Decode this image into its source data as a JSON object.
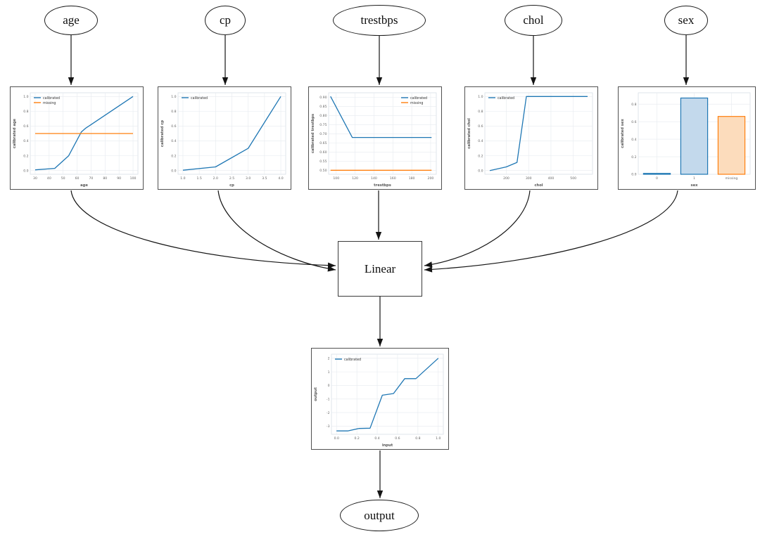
{
  "diagram": {
    "nodes": {
      "age": "age",
      "cp": "cp",
      "trestbps": "trestbps",
      "chol": "chol",
      "sex": "sex",
      "linear": "Linear",
      "output": "output"
    }
  },
  "colors": {
    "calibrated": "#1f77b4",
    "missing": "#ff7f0e",
    "calibrated_fill": "#c3d9ec",
    "missing_fill": "#fcdcbc",
    "grid": "#e6eaef",
    "frame": "#d8dee6",
    "tick_text": "#666666",
    "label_text": "#555555"
  },
  "chart_data": [
    {
      "id": "age",
      "type": "line",
      "xlabel": "age",
      "ylabel": "calibrated age",
      "xlim": [
        26.5,
        103.5
      ],
      "ylim": [
        -0.05,
        1.05
      ],
      "xticks": {
        "values": [
          30,
          40,
          50,
          60,
          70,
          80,
          90,
          100
        ],
        "labels": [
          "30",
          "40",
          "50",
          "60",
          "70",
          "80",
          "90",
          "100"
        ]
      },
      "yticks": {
        "values": [
          0.0,
          0.2,
          0.4,
          0.6,
          0.8,
          1.0
        ],
        "labels": [
          "0.0",
          "0.2",
          "0.4",
          "0.6",
          "0.8",
          "1.0"
        ]
      },
      "legend": {
        "position": "top-left",
        "entries": [
          {
            "label": "calibrated",
            "color": "#1f77b4"
          },
          {
            "label": "missing",
            "color": "#ff7f0e"
          }
        ]
      },
      "series": [
        {
          "name": "calibrated",
          "color": "#1f77b4",
          "points": [
            [
              30,
              0.01
            ],
            [
              44,
              0.03
            ],
            [
              54,
              0.2
            ],
            [
              63,
              0.52
            ],
            [
              66,
              0.57
            ],
            [
              100,
              1.0
            ]
          ]
        },
        {
          "name": "missing",
          "color": "#ff7f0e",
          "points": [
            [
              30,
              0.5
            ],
            [
              100,
              0.5
            ]
          ]
        }
      ]
    },
    {
      "id": "cp",
      "type": "line",
      "xlabel": "cp",
      "ylabel": "calibrated cp",
      "xlim": [
        0.85,
        4.15
      ],
      "ylim": [
        -0.05,
        1.05
      ],
      "xticks": {
        "values": [
          1.0,
          1.5,
          2.0,
          2.5,
          3.0,
          3.5,
          4.0
        ],
        "labels": [
          "1.0",
          "1.5",
          "2.0",
          "2.5",
          "3.0",
          "3.5",
          "4.0"
        ]
      },
      "yticks": {
        "values": [
          0.0,
          0.2,
          0.4,
          0.6,
          0.8,
          1.0
        ],
        "labels": [
          "0.0",
          "0.2",
          "0.4",
          "0.6",
          "0.8",
          "1.0"
        ]
      },
      "legend": {
        "position": "top-left",
        "entries": [
          {
            "label": "calibrated",
            "color": "#1f77b4"
          }
        ]
      },
      "series": [
        {
          "name": "calibrated",
          "color": "#1f77b4",
          "points": [
            [
              1.0,
              0.005
            ],
            [
              2.0,
              0.05
            ],
            [
              3.0,
              0.3
            ],
            [
              4.0,
              1.0
            ]
          ]
        }
      ]
    },
    {
      "id": "trestbps",
      "type": "line",
      "xlabel": "trestbps",
      "ylabel": "calibrated trestbps",
      "xlim": [
        92,
        206
      ],
      "ylim": [
        0.478,
        0.925
      ],
      "xticks": {
        "values": [
          100,
          120,
          140,
          160,
          180,
          200
        ],
        "labels": [
          "100",
          "120",
          "140",
          "160",
          "180",
          "200"
        ]
      },
      "yticks": {
        "values": [
          0.5,
          0.55,
          0.6,
          0.65,
          0.7,
          0.75,
          0.8,
          0.85,
          0.9
        ],
        "labels": [
          "0.50",
          "0.55",
          "0.60",
          "0.65",
          "0.70",
          "0.75",
          "0.80",
          "0.85",
          "0.90"
        ]
      },
      "legend": {
        "position": "top-right",
        "entries": [
          {
            "label": "calibrated",
            "color": "#1f77b4"
          },
          {
            "label": "missing",
            "color": "#ff7f0e"
          }
        ]
      },
      "series": [
        {
          "name": "calibrated",
          "color": "#1f77b4",
          "points": [
            [
              94,
              0.905
            ],
            [
              117,
              0.68
            ],
            [
              201,
              0.68
            ]
          ]
        },
        {
          "name": "missing",
          "color": "#ff7f0e",
          "points": [
            [
              94,
              0.5
            ],
            [
              201,
              0.5
            ]
          ]
        }
      ]
    },
    {
      "id": "chol",
      "type": "line",
      "xlabel": "chol",
      "ylabel": "calibrated chol",
      "xlim": [
        104,
        586
      ],
      "ylim": [
        -0.05,
        1.05
      ],
      "xticks": {
        "values": [
          200,
          300,
          400,
          500
        ],
        "labels": [
          "200",
          "300",
          "400",
          "500"
        ]
      },
      "yticks": {
        "values": [
          0.0,
          0.2,
          0.4,
          0.6,
          0.8,
          1.0
        ],
        "labels": [
          "0.0",
          "0.2",
          "0.4",
          "0.6",
          "0.8",
          "1.0"
        ]
      },
      "legend": {
        "position": "top-left",
        "entries": [
          {
            "label": "calibrated",
            "color": "#1f77b4"
          }
        ]
      },
      "series": [
        {
          "name": "calibrated",
          "color": "#1f77b4",
          "points": [
            [
              126,
              0.0
            ],
            [
              200,
              0.05
            ],
            [
              248,
              0.11
            ],
            [
              290,
              1.0
            ],
            [
              564,
              1.0
            ]
          ]
        }
      ]
    },
    {
      "id": "sex",
      "type": "bar",
      "xlabel": "sex",
      "ylabel": "calibrated sex",
      "categories": [
        "0",
        "1",
        "missing"
      ],
      "values": [
        0.01,
        0.87,
        0.66
      ],
      "bar_colors": [
        {
          "edge": "#1f77b4",
          "fill": "#c3d9ec"
        },
        {
          "edge": "#1f77b4",
          "fill": "#c3d9ec"
        },
        {
          "edge": "#ff7f0e",
          "fill": "#fcdcbc"
        }
      ],
      "ylim": [
        0,
        0.93
      ],
      "yticks": {
        "values": [
          0.0,
          0.2,
          0.4,
          0.6,
          0.8
        ],
        "labels": [
          "0.0",
          "0.2",
          "0.4",
          "0.6",
          "0.8"
        ]
      }
    },
    {
      "id": "output",
      "type": "line",
      "xlabel": "input",
      "ylabel": "output",
      "xlim": [
        -0.05,
        1.05
      ],
      "ylim": [
        -3.6,
        2.3
      ],
      "xticks": {
        "values": [
          0.0,
          0.2,
          0.4,
          0.6,
          0.8,
          1.0
        ],
        "labels": [
          "0.0",
          "0.2",
          "0.4",
          "0.6",
          "0.8",
          "1.0"
        ]
      },
      "yticks": {
        "values": [
          -3,
          -2,
          -1,
          0,
          1,
          2
        ],
        "labels": [
          "-3",
          "-2",
          "-1",
          "0",
          "1",
          "2"
        ]
      },
      "legend": {
        "position": "top-left",
        "entries": [
          {
            "label": "calibrated",
            "color": "#1f77b4"
          }
        ]
      },
      "series": [
        {
          "name": "calibrated",
          "color": "#1f77b4",
          "points": [
            [
              0.0,
              -3.35
            ],
            [
              0.11,
              -3.35
            ],
            [
              0.22,
              -3.17
            ],
            [
              0.33,
              -3.15
            ],
            [
              0.45,
              -0.72
            ],
            [
              0.56,
              -0.6
            ],
            [
              0.67,
              0.5
            ],
            [
              0.78,
              0.5
            ],
            [
              1.0,
              2.0
            ]
          ]
        }
      ]
    }
  ]
}
